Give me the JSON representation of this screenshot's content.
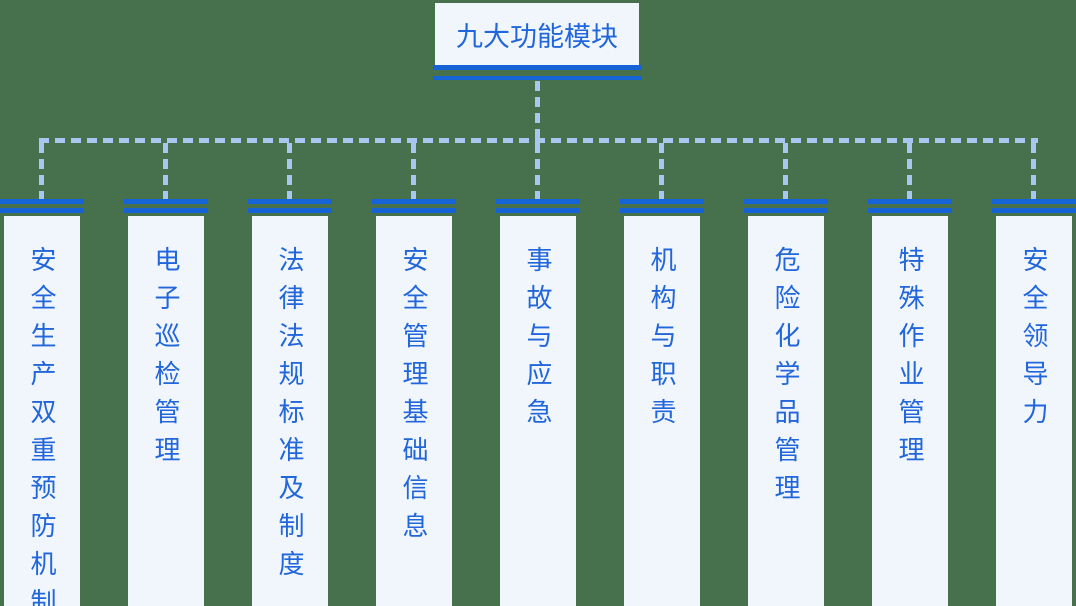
{
  "diagram": {
    "title": "九大功能模块",
    "modules": [
      {
        "label": "安全生产双重预防机制"
      },
      {
        "label": "电子巡检管理"
      },
      {
        "label": "法律法规标准及制度"
      },
      {
        "label": "安全管理基础信息"
      },
      {
        "label": "事故与应急"
      },
      {
        "label": "机构与职责"
      },
      {
        "label": "危险化学品管理"
      },
      {
        "label": "特殊作业管理"
      },
      {
        "label": "安全领导力"
      }
    ]
  },
  "colors": {
    "background": "#47704d",
    "panel": "#f1f6fc",
    "accent_blue": "#1563d6",
    "text_blue": "#2166da",
    "connector_dash": "#a9c6ee"
  }
}
